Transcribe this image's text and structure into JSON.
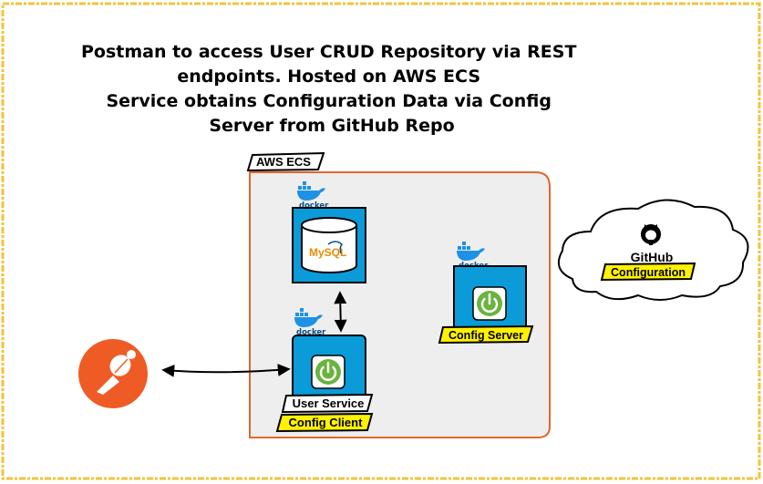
{
  "title_lines": [
    "Postman to access User CRUD Repository via REST",
    "endpoints. Hosted on AWS ECS",
    "Service obtains Configuration Data via Config",
    "Server from GitHub Repo"
  ],
  "aws_label": "AWS ECS",
  "docker_label": "docker",
  "mysql_label": "MySQL",
  "config_server_label": "Config Server",
  "user_service_label": "User Service",
  "config_client_label": "Config Client",
  "github_label": "GitHub",
  "github_tag": "Configuration",
  "colors": {
    "frame_border": "#f3c33b",
    "ecs_border": "#e2662e",
    "ecs_fill": "#eeeeee",
    "container_blue": "#0a9bd8",
    "highlight_yellow": "#fff200",
    "postman_orange": "#ef5b25",
    "spring_green": "#6ab43e"
  }
}
